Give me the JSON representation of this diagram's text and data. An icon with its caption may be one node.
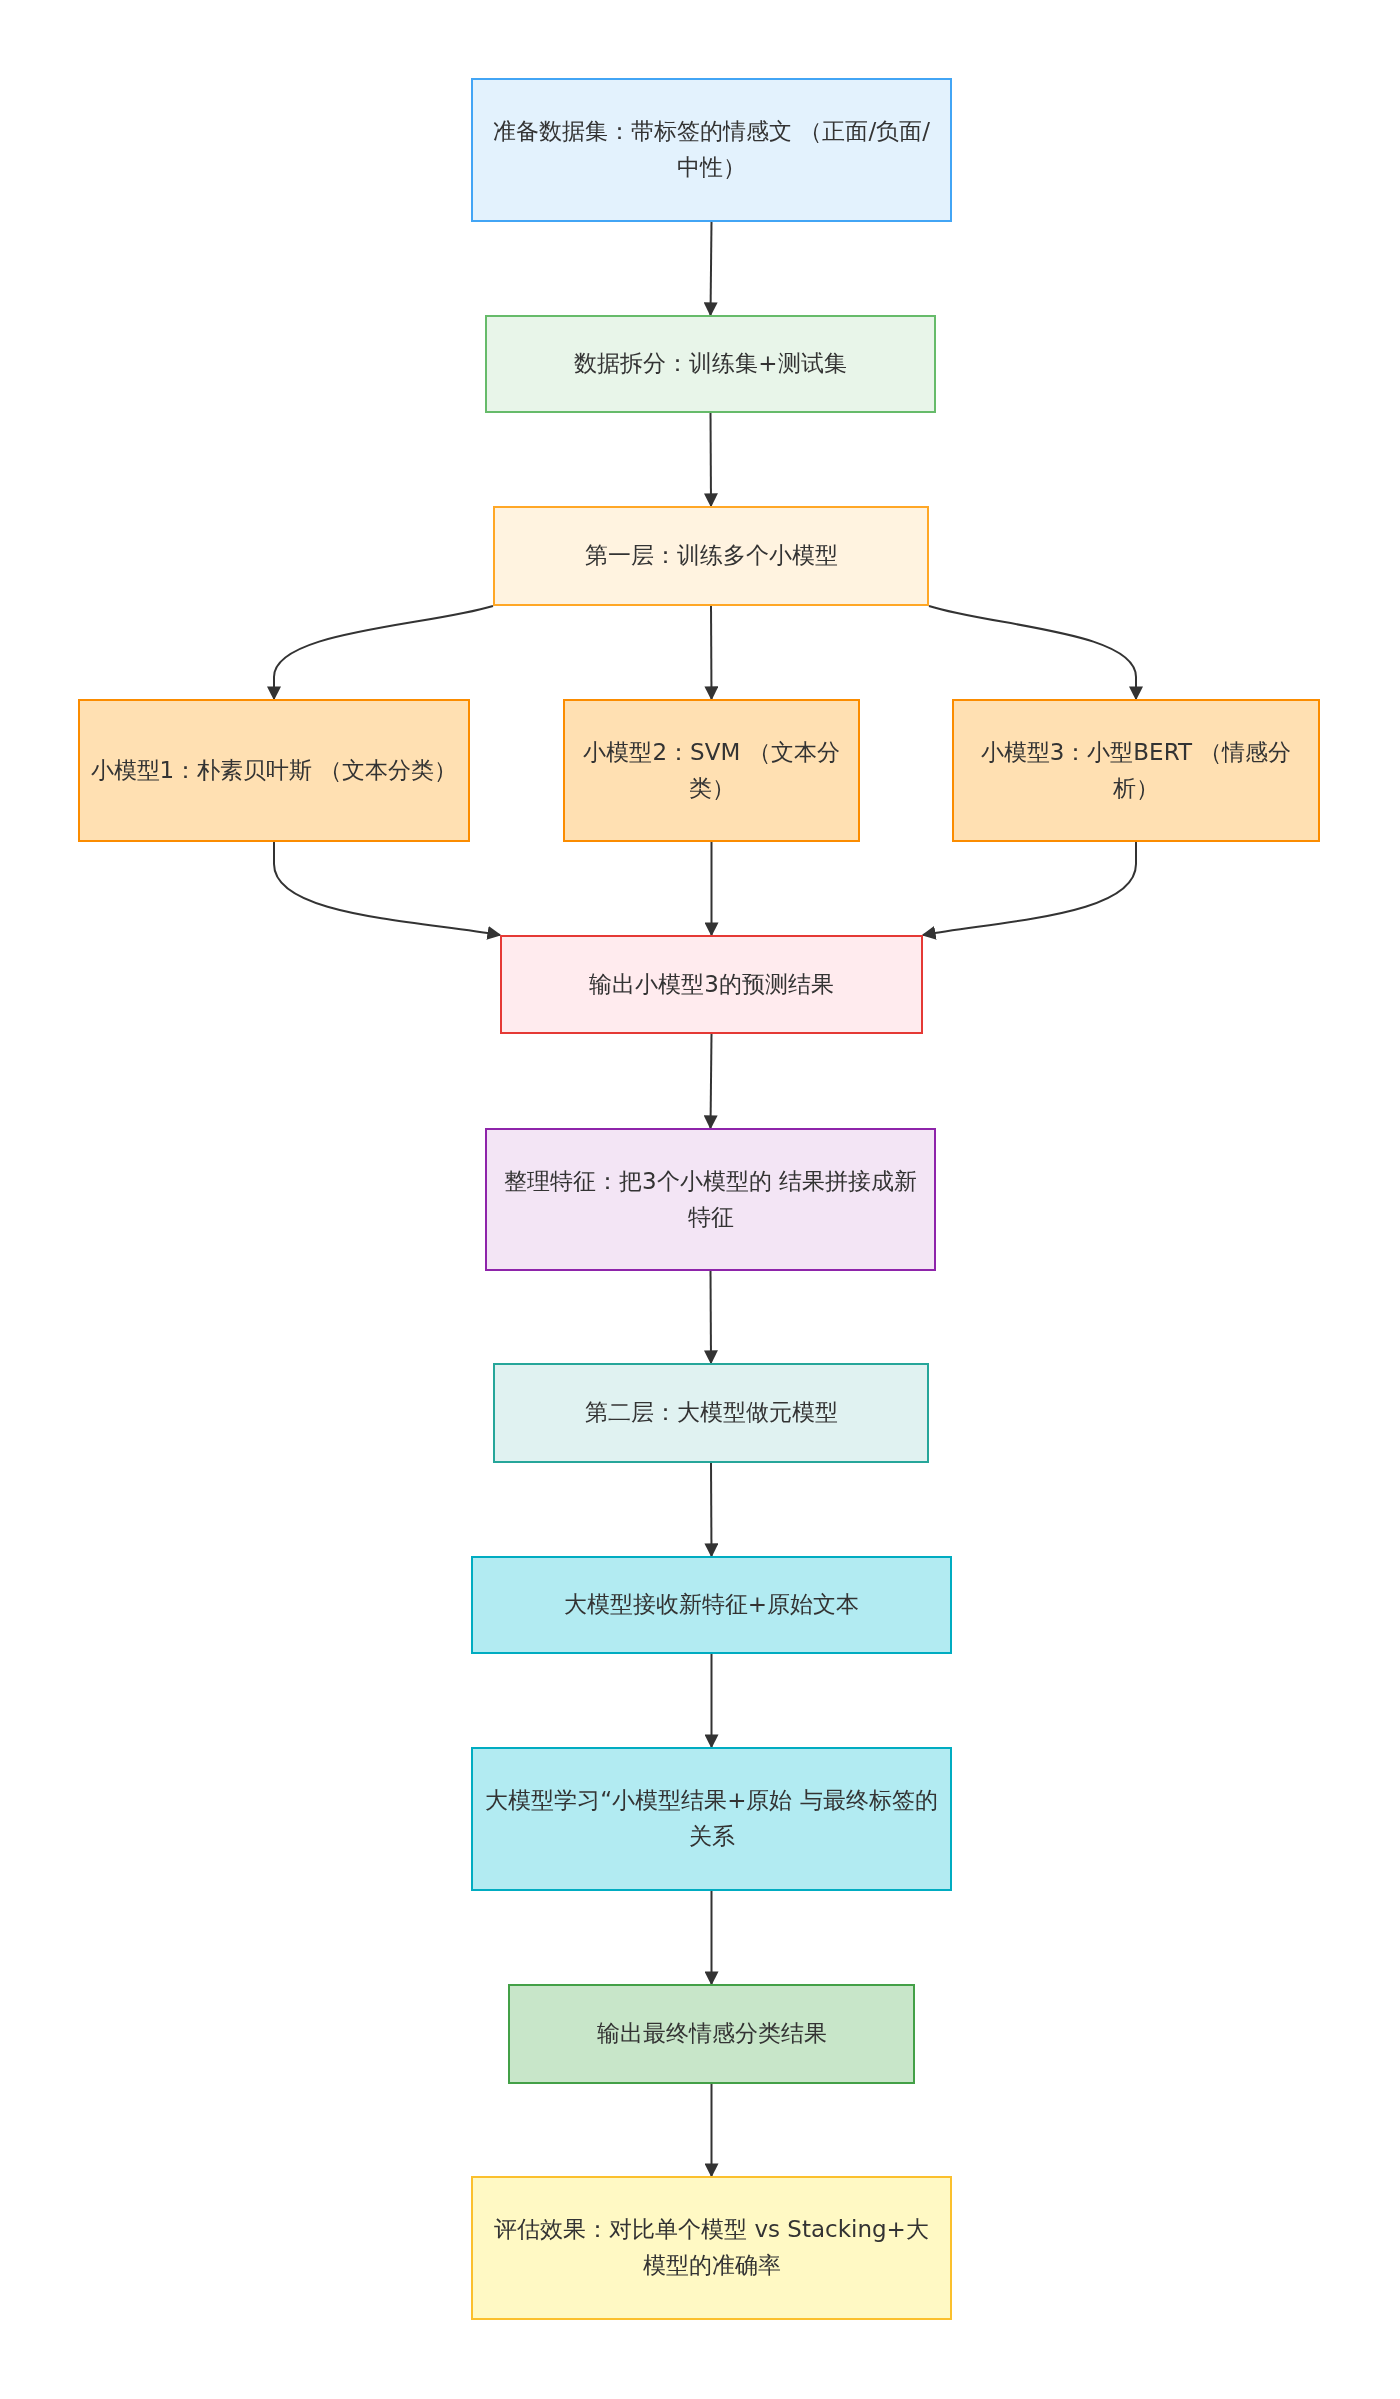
{
  "diagram": {
    "nodes": [
      {
        "text": [
          "准备数据集：带标签的情感文 （正面/负面/中性）"
        ]
      },
      {
        "text": [
          "数据拆分：训练集+测试集"
        ]
      },
      {
        "text": [
          "第一层：训练多个小模型"
        ]
      },
      {
        "text": [
          "小模型1：朴素贝叶斯 （文本分类）"
        ]
      },
      {
        "text": [
          "小模型2：SVM （文本分类）"
        ]
      },
      {
        "text": [
          "小模型3：小型BERT （情感分析）"
        ]
      },
      {
        "text": [
          "输出小模型3的预测结果"
        ]
      },
      {
        "text": [
          "整理特征：把3个小模型的 结果拼接成新特征"
        ]
      },
      {
        "text": [
          "第二层：大模型做元模型"
        ]
      },
      {
        "text": [
          "大模型接收新特征+原始文本"
        ]
      },
      {
        "text": [
          "大模型学习“小模型结果+原始 与最终标签的关系"
        ]
      },
      {
        "text": [
          "输出最终情感分类结果"
        ]
      },
      {
        "text": [
          "评估效果：对比单个模型 vs Stacking+大模型的准确率"
        ]
      }
    ],
    "edges": [
      {
        "from": 0,
        "to": 1,
        "arrow": "to"
      },
      {
        "from": 1,
        "to": 2,
        "arrow": "to"
      },
      {
        "from": 2,
        "to": 3,
        "arrow": "to"
      },
      {
        "from": 2,
        "to": 4,
        "arrow": "to"
      },
      {
        "from": 2,
        "to": 5,
        "arrow": "to"
      },
      {
        "from": 3,
        "to": 6,
        "arrow": "to"
      },
      {
        "from": 4,
        "to": 6,
        "arrow": "to"
      },
      {
        "from": 5,
        "to": 6,
        "arrow": "to"
      },
      {
        "from": 6,
        "to": 7,
        "arrow": "to"
      },
      {
        "from": 7,
        "to": 8,
        "arrow": "to"
      },
      {
        "from": 8,
        "to": 9,
        "arrow": "to"
      },
      {
        "from": 9,
        "to": 10,
        "arrow": "to"
      },
      {
        "from": 10,
        "to": 11,
        "arrow": "to"
      },
      {
        "from": 11,
        "to": 12,
        "arrow": "to"
      }
    ]
  }
}
